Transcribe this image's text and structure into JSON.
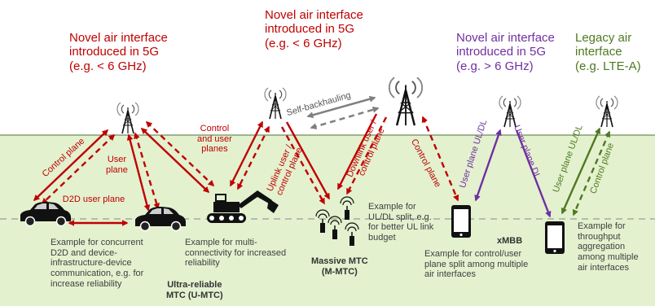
{
  "titles": {
    "left": "Novel air interface\nintroduced in 5G\n(e.g. < 6 GHz)",
    "center": "Novel air interface\nintroduced in 5G\n(e.g. < 6 GHz)",
    "right_purple": "Novel air interface\nintroduced in 5G\n(e.g. > 6 GHz)",
    "legacy": "Legacy air\ninterface\n(e.g. LTE-A)"
  },
  "link_labels": {
    "control_plane": "Control plane",
    "user_plane": "User\nplane",
    "d2d_user_plane": "D2D user plane",
    "control_and_user_planes": "Control\nand user\nplanes",
    "uplink": "Uplink user /\ncontrol plane",
    "downlink": "Downlink user /\ncontrol plane",
    "control_plane_mmtc": "Control plane",
    "self_backhauling": "Self-backhauling",
    "user_plane_uldl_purple": "User plane UL/DL",
    "user_plane_dl": "User plane DL",
    "user_plane_uldl_green": "User plane UL/DL",
    "control_plane_green": "Control plane"
  },
  "captions": {
    "d2d": "Example for concurrent\nD2D and device-\ninfrastructure-device\ncommunication, e.g. for\nincrease reliability",
    "multi_conn": "Example for multi-\nconnectivity for increased\nreliability",
    "ul_dl_split": "Example for\nUL/DL split, e.g.\nfor better UL link\nbudget",
    "cu_split": "Example for control/user\nplane split among multiple\nair interfaces",
    "aggregation": "Example for\nthroughput\naggregation\namong multiple\nair interfaces"
  },
  "categories": {
    "umtc": "Ultra-reliable\nMTC (U-MTC)",
    "mmtc": "Massive MTC\n(M-MTC)",
    "xmbb": "xMBB"
  },
  "colors": {
    "red": "#c00000",
    "purple": "#7030a0",
    "green": "#4e7a1e",
    "ground": "#e3f1cf",
    "gray_arrow": "#7f7f7f"
  }
}
